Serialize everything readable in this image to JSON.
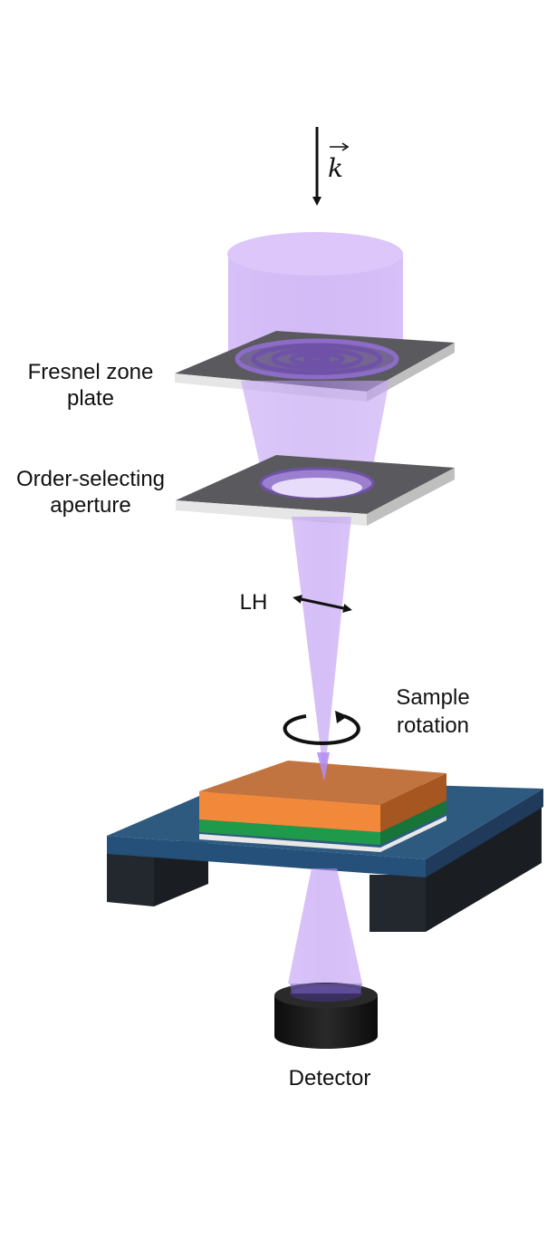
{
  "labels": {
    "wave_vector": "k",
    "zone_plate_line1": "Fresnel zone",
    "zone_plate_line2": "plate",
    "aperture_line1": "Order-selecting",
    "aperture_line2": "aperture",
    "polarization": "LH",
    "rotation_line1": "Sample",
    "rotation_line2": "rotation",
    "detector": "Detector"
  },
  "colors": {
    "beam": "#b48cf0",
    "plate_top": "#5a5a5e",
    "plate_edge": "#e2e2e2",
    "substrate_top": "#2f5a80",
    "substrate_side": "#1f3a5a",
    "legs": "#23272e",
    "sample_orange": "#f2883a",
    "sample_green": "#1f9a4a",
    "detector": "#1c1c1c"
  }
}
